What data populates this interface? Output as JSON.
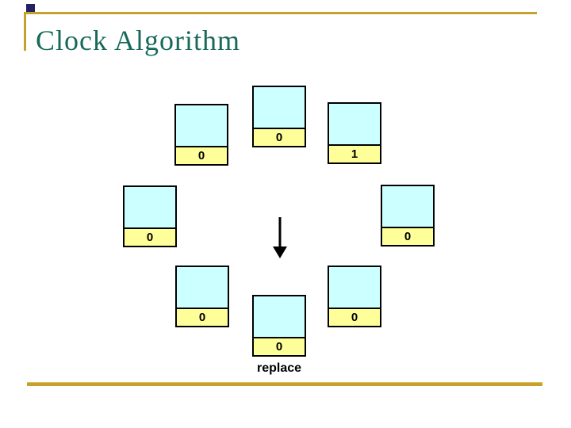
{
  "slide": {
    "title": "Clock Algorithm"
  },
  "diagram": {
    "type": "clock-page-replacement-ring",
    "frames": [
      {
        "position": "top-center",
        "use_bit": "0"
      },
      {
        "position": "top-right",
        "use_bit": "1"
      },
      {
        "position": "middle-right",
        "use_bit": "0"
      },
      {
        "position": "bottom-right",
        "use_bit": "0"
      },
      {
        "position": "bottom-center",
        "use_bit": "0"
      },
      {
        "position": "bottom-left",
        "use_bit": "0"
      },
      {
        "position": "middle-left",
        "use_bit": "0"
      },
      {
        "position": "top-left",
        "use_bit": "0"
      }
    ],
    "pointer_label": "replace"
  },
  "colors": {
    "title_text": "#17695A",
    "accent_rule": "#C4A22D",
    "bullet_square": "#232063",
    "frame_fill": "#CCFFFF",
    "use_bit_fill": "#FFFF99",
    "frame_border": "#000000",
    "arrow": "#000000"
  }
}
